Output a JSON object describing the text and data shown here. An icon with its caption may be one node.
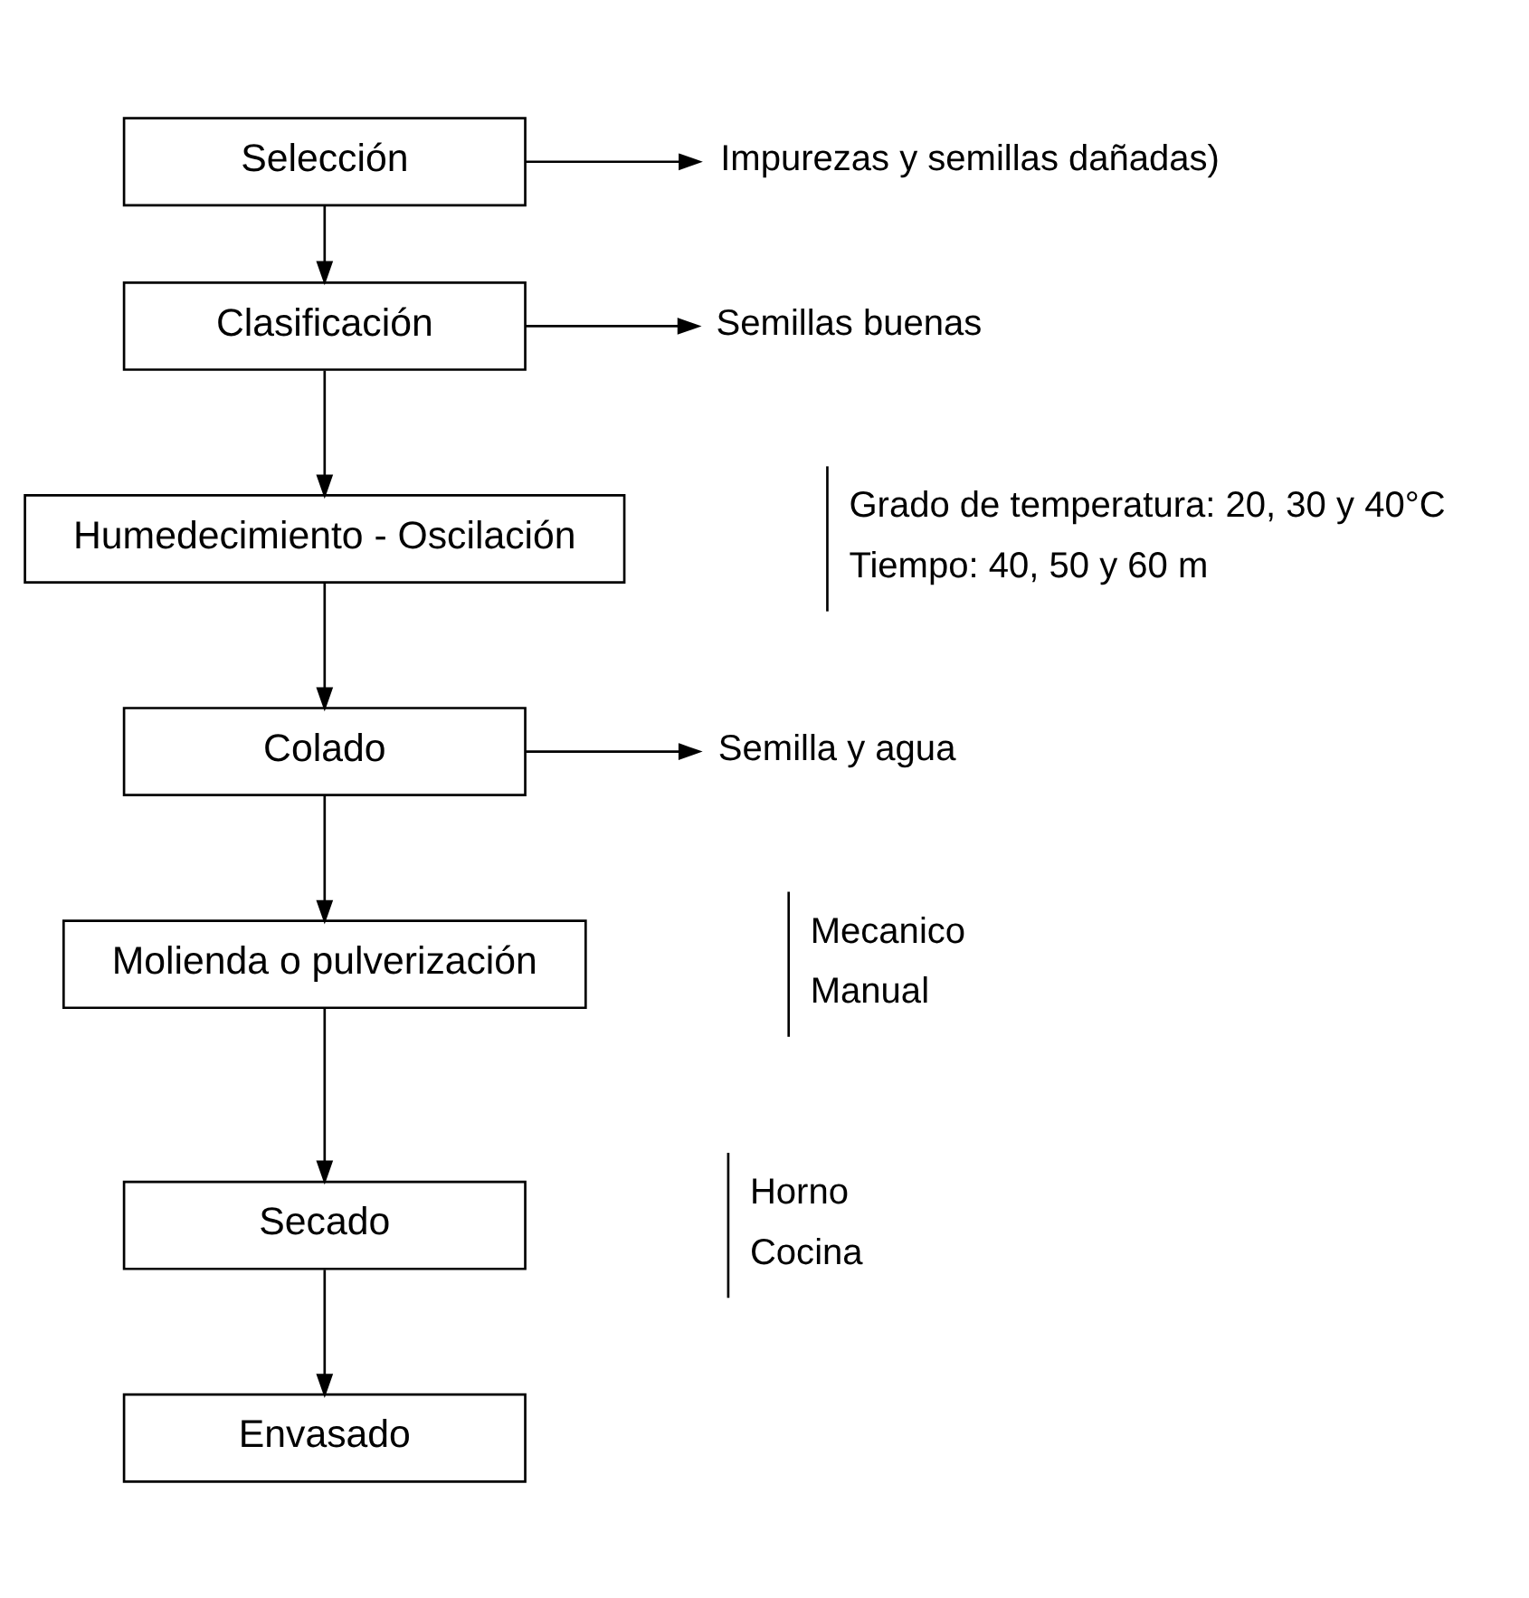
{
  "diagram": {
    "nodes": [
      {
        "text": [
          "Selección"
        ]
      },
      {
        "text": [
          "Clasificación"
        ]
      },
      {
        "text": [
          "Humedecimiento - Oscilación"
        ],
        "beside": [
          "Grado de temperatura: 20, 30 y 40°C",
          "Tiempo: 40, 50 y 60 m"
        ]
      },
      {
        "text": [
          "Colado"
        ]
      },
      {
        "text": [
          "Molienda o pulverización"
        ],
        "beside": [
          "Mecanico",
          "Manual"
        ]
      },
      {
        "text": [
          "Secado"
        ],
        "beside": [
          "Horno",
          "Cocina"
        ]
      },
      {
        "text": [
          "Envasado"
        ]
      },
      {
        "text": [
          "Impurezas y semillas dañadas)"
        ]
      },
      {
        "text": [
          "Semillas buenas"
        ]
      },
      {
        "text": [
          "Semilla y agua"
        ]
      }
    ],
    "edges": [
      {
        "from": 0,
        "to": 7,
        "arrow": "to"
      },
      {
        "from": 0,
        "to": 1,
        "arrow": "to"
      },
      {
        "from": 1,
        "to": 8,
        "arrow": "to"
      },
      {
        "from": 1,
        "to": 2,
        "arrow": "to"
      },
      {
        "from": 2,
        "to": 3,
        "arrow": "to"
      },
      {
        "from": 3,
        "to": 9,
        "arrow": "to"
      },
      {
        "from": 3,
        "to": 4,
        "arrow": "to"
      },
      {
        "from": 4,
        "to": 5,
        "arrow": "to"
      },
      {
        "from": 5,
        "to": 6,
        "arrow": "to"
      }
    ]
  }
}
